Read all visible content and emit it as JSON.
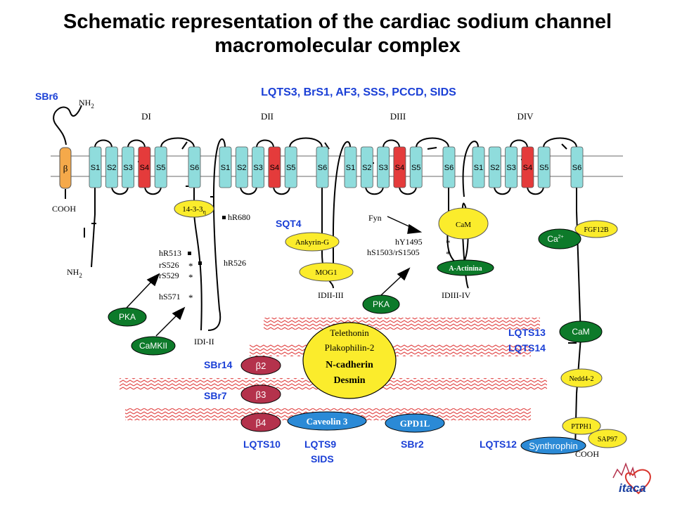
{
  "title_line1": "Schematic representation of the cardiac sodium channel",
  "title_line2": "macromolecular complex",
  "diseases_top": "LQTS3, BrS1, AF3, SSS, PCCD, SIDS",
  "colors": {
    "segment": "#8fdcdc",
    "s4": "#e43b3b",
    "beta": "#f5a94a",
    "yellow": "#fbec2c",
    "green": "#0d7a2a",
    "maroon": "#b4324c",
    "blue_label": "#1a3fd6",
    "hatch": "#e04040"
  },
  "domains": [
    "DI",
    "DII",
    "DIII",
    "DIV"
  ],
  "segments": [
    "S1",
    "S2",
    "S3",
    "S4",
    "S5",
    "S6"
  ],
  "beta_subunit": "β",
  "nh2": "NH",
  "nh2_sub": "2",
  "cooh": "COOH",
  "labels": {
    "sbr6": "SBr6",
    "sqt4": "SQT4",
    "sbr14": "SBr14",
    "sbr7": "SBr7",
    "lqts10": "LQTS10",
    "lqts9": "LQTS9",
    "sids": "SIDS",
    "sbr2": "SBr2",
    "lqts12": "LQTS12",
    "lqts13": "LQTS13",
    "lqts14": "LQTS14"
  },
  "sites": {
    "hR680": "hR680",
    "hR513": "hR513",
    "rS526": "rS526",
    "rS529": "rS529",
    "hR526": "hR526",
    "hS571": "hS571",
    "hY1495": "hY1495",
    "hS1503": "hS1503/rS1505",
    "fyn": "Fyn"
  },
  "loops": {
    "idi_ii": "IDI-II",
    "idii_iii": "IDII-III",
    "idiii_iv": "IDIII-IV"
  },
  "proteins": {
    "p1433": "14-3-3",
    "p1433_sub": "η",
    "ankyrin": "Ankyrin-G",
    "mog1": "MOG1",
    "cam_top": "CaM",
    "actinina": "A-Actinina",
    "fgf12b": "FGF12B",
    "ca": "Ca",
    "ca_sup": "2+",
    "cam_right": "CaM",
    "nedd4": "Nedd4-2",
    "ptph1": "PTPH1",
    "sap97": "SAP97",
    "syntrophin": "Synthrophin",
    "pka1": "PKA",
    "camkii": "CaMKII",
    "pka2": "PKA",
    "telethonin": "Telethonin",
    "plakophilin": "Plakophilin-2",
    "ncadherin": "N-cadherin",
    "desmin": "Desmin",
    "b2": "β2",
    "b3": "β3",
    "b4": "β4",
    "caveolin": "Caveolin 3",
    "gpd1l": "GPD1L"
  },
  "logo_text": "itaca"
}
